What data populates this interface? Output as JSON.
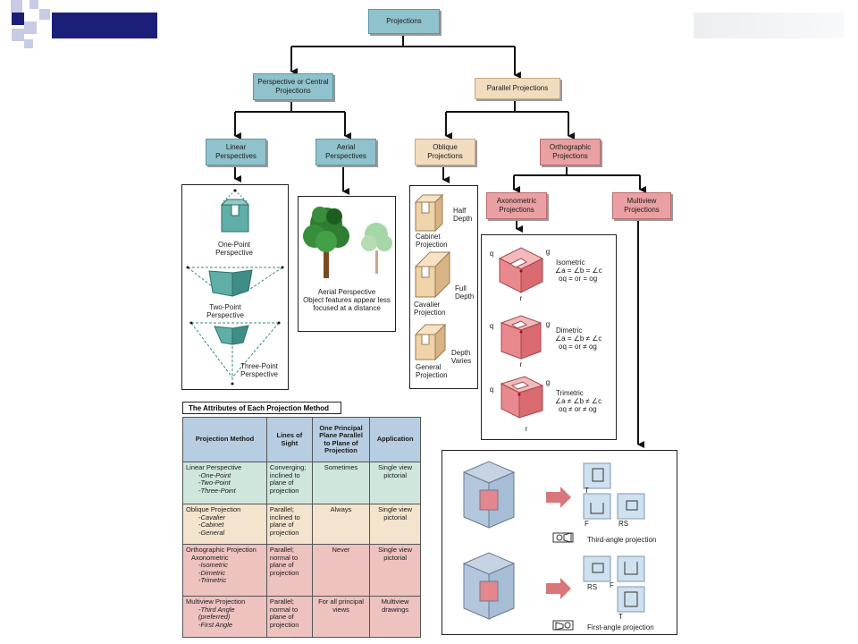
{
  "nodes": {
    "projections": "Projections",
    "perspective": "Perspective or Central Projections",
    "parallel": "Parallel Projections",
    "linear": "Linear Perspectives",
    "aerial": "Aerial Perspectives",
    "oblique": "Oblique Projections",
    "orthographic": "Orthographic Projections",
    "axonometric": "Axonometric Projections",
    "multiview": "Multiview Projections"
  },
  "linear_panel": {
    "one_point": "One-Point Perspective",
    "two_point": "Two-Point Perspective",
    "three_point": "Three-Point Perspective"
  },
  "aerial_panel": {
    "title": "Aerial Perspective",
    "caption": "Object features appear less focused at a distance"
  },
  "oblique_panel": {
    "half_depth": "Half Depth",
    "cabinet": "Cabinet Projection",
    "full_depth": "Full Depth",
    "cavalier": "Cavalier Projection",
    "depth_varies": "Depth Varies",
    "general": "General Projection"
  },
  "axono_panel": {
    "isometric": {
      "name": "Isometric",
      "f1": "∠a = ∠b = ∠c",
      "f2": "oq = or = og"
    },
    "dimetric": {
      "name": "Dimetric",
      "f1": "∠a = ∠b ≠ ∠c",
      "f2": "oq = or ≠ og"
    },
    "trimetric": {
      "name": "Trimetric",
      "f1": "∠a ≠ ∠b ≠ ∠c",
      "f2": "oq ≠ or ≠ og"
    },
    "axis_q": "q",
    "axis_g": "g",
    "axis_r": "r"
  },
  "multiview_panel": {
    "third_angle": "Third-angle projection",
    "first_angle": "First-angle projection",
    "label_t": "T",
    "label_f": "F",
    "label_rs": "RS"
  },
  "table": {
    "title": "The Attributes of Each Projection Method",
    "headers": [
      "Projection Method",
      "Lines of Sight",
      "One Principal Plane Parallel to Plane of Projection",
      "Application"
    ],
    "rows": [
      {
        "method": "Linear Perspective",
        "subs": [
          "-One-Point",
          "-Two-Point",
          "-Three-Point"
        ],
        "sight": "Converging; inclined to plane of projection",
        "plane": "Sometimes",
        "app": "Single view pictorial"
      },
      {
        "method": "Oblique Projection",
        "subs": [
          "-Cavalier",
          "-Cabinet",
          "-General"
        ],
        "sight": "Parallel; inclined to plane of projection",
        "plane": "Always",
        "app": "Single view pictorial"
      },
      {
        "method": "Orthographic Projection",
        "method2": "Axonometric",
        "subs": [
          "-Isometric",
          "-Dimetric",
          "-Trimetric"
        ],
        "sight": "Parallel; normal to plane of projection",
        "plane": "Never",
        "app": "Single view pictorial"
      },
      {
        "method": "Multiview Projection",
        "subs": [
          "-Third Angle",
          "(preferred)",
          "-First Angle"
        ],
        "sight": "Parallel; normal to plane of projection",
        "plane": "For all principal views",
        "app": "Multiview drawings"
      }
    ]
  },
  "colors": {
    "teal": "#8fc2cc",
    "tan": "#f2dcbf",
    "pink": "#eaa0a2",
    "header_blue": "#b7cde1",
    "navy": "#1c1f7a"
  }
}
